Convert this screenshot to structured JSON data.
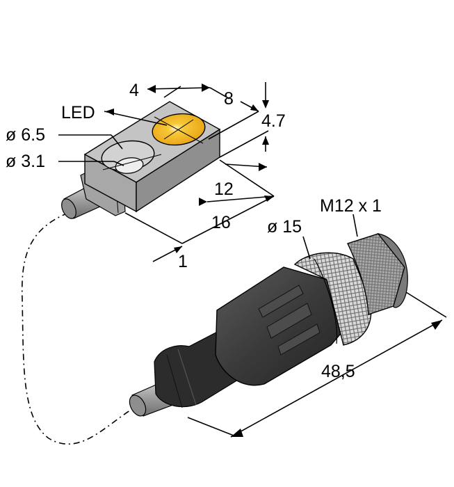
{
  "labels": {
    "led": "LED",
    "dia_6_5": "ø 6.5",
    "dia_3_1": "ø 3.1",
    "dim_4": "4",
    "dim_8": "8",
    "dim_4_7": "4.7",
    "dim_12": "12",
    "dim_16": "16",
    "dim_1": "1",
    "dia_15": "ø 15",
    "thread": "M12 x 1",
    "length": "48,5"
  },
  "colors": {
    "led": "#f2b31c",
    "sensor_body": "#b8b8b8",
    "cable": "#9a9a9a",
    "connector_body": "#3c3c3c",
    "knurl": "#d6d6d6",
    "thread": "#a8a8a8"
  }
}
